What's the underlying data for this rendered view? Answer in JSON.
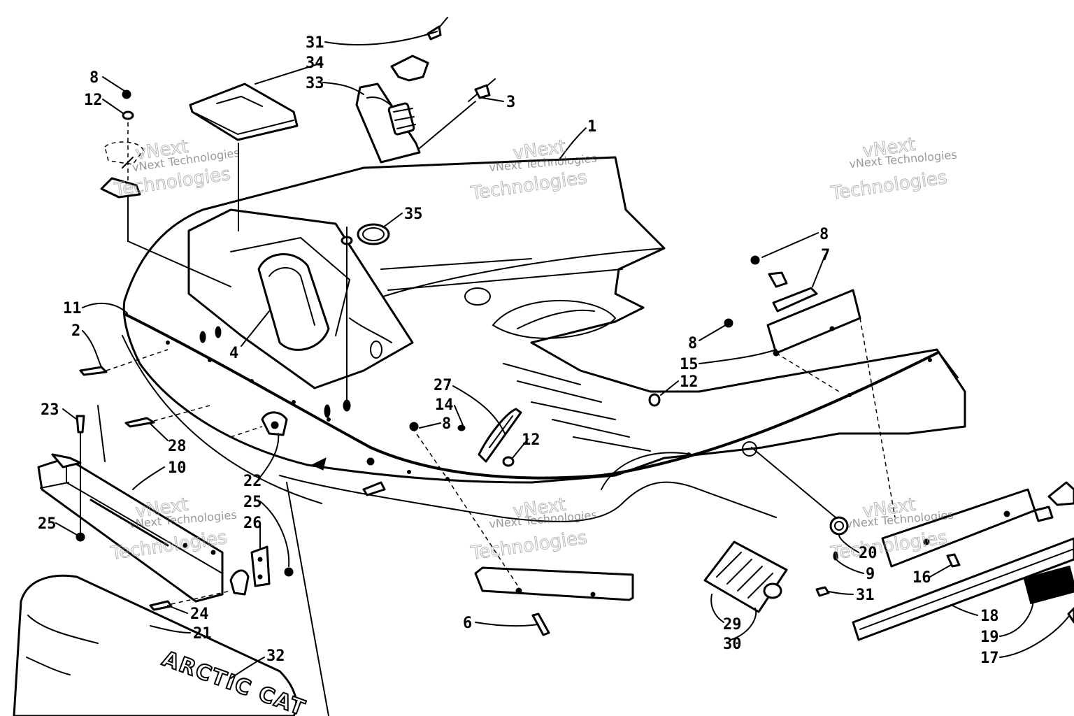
{
  "callouts": [
    {
      "id": "c31a",
      "text": "31"
    },
    {
      "id": "c34",
      "text": "34"
    },
    {
      "id": "c33",
      "text": "33"
    },
    {
      "id": "c3",
      "text": "3"
    },
    {
      "id": "c1",
      "text": "1"
    },
    {
      "id": "c8a",
      "text": "8"
    },
    {
      "id": "c12a",
      "text": "12"
    },
    {
      "id": "c35",
      "text": "35"
    },
    {
      "id": "c8b",
      "text": "8"
    },
    {
      "id": "c7",
      "text": "7"
    },
    {
      "id": "c11",
      "text": "11"
    },
    {
      "id": "c2",
      "text": "2"
    },
    {
      "id": "c4",
      "text": "4"
    },
    {
      "id": "c8c",
      "text": "8"
    },
    {
      "id": "c15",
      "text": "15"
    },
    {
      "id": "c12b",
      "text": "12"
    },
    {
      "id": "c27",
      "text": "27"
    },
    {
      "id": "c14",
      "text": "14"
    },
    {
      "id": "c8d",
      "text": "8"
    },
    {
      "id": "c23",
      "text": "23"
    },
    {
      "id": "c28",
      "text": "28"
    },
    {
      "id": "c12c",
      "text": "12"
    },
    {
      "id": "c10",
      "text": "10"
    },
    {
      "id": "c22",
      "text": "22"
    },
    {
      "id": "c25a",
      "text": "25"
    },
    {
      "id": "c25b",
      "text": "25"
    },
    {
      "id": "c26",
      "text": "26"
    },
    {
      "id": "c20",
      "text": "20"
    },
    {
      "id": "c9",
      "text": "9"
    },
    {
      "id": "c16",
      "text": "16"
    },
    {
      "id": "c31b",
      "text": "31"
    },
    {
      "id": "c24",
      "text": "24"
    },
    {
      "id": "c21",
      "text": "21"
    },
    {
      "id": "c6",
      "text": "6"
    },
    {
      "id": "c29",
      "text": "29"
    },
    {
      "id": "c30",
      "text": "30"
    },
    {
      "id": "c18",
      "text": "18"
    },
    {
      "id": "c19",
      "text": "19"
    },
    {
      "id": "c17",
      "text": "17"
    },
    {
      "id": "c32",
      "text": "32"
    }
  ],
  "brand_label": "ARCTIC CAT",
  "watermark": {
    "line1": "vNext Technologies",
    "line2": "vNext",
    "line3": "Technologies"
  },
  "colors": {
    "ink": "#000000",
    "paper": "#ffffff",
    "watermark": "#999999"
  }
}
